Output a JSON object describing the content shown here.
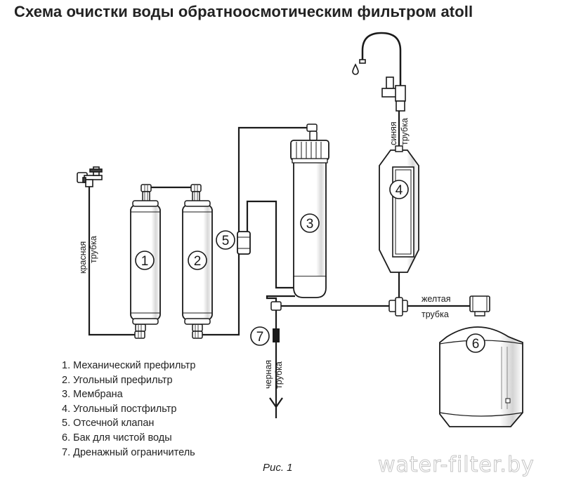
{
  "title": "Схема очистки воды обратноосмотическим фильтром atoll",
  "components": [
    {
      "num": "1",
      "name": "Механический префильтр"
    },
    {
      "num": "2",
      "name": "Угольный префильтр"
    },
    {
      "num": "3",
      "name": "Мембрана"
    },
    {
      "num": "4",
      "name": "Угольный постфильтр"
    },
    {
      "num": "5",
      "name": "Отсечной клапан"
    },
    {
      "num": "6",
      "name": "Бак для чистой воды"
    },
    {
      "num": "7",
      "name": "Дренажный ограничитель"
    }
  ],
  "legend": [
    "1. Механический префильтр",
    "2. Угольный префильтр",
    "3. Мембрана",
    "4. Угольный постфильтр",
    "5. Отсечной клапан",
    "6. Бак для чистой воды",
    "7. Дренажный ограничитель"
  ],
  "tube_labels": {
    "red": [
      "красная",
      "трубка"
    ],
    "blue": [
      "синяя",
      "трубка"
    ],
    "yellow": [
      "желтая",
      "трубка"
    ],
    "black": [
      "черная",
      "трубка"
    ]
  },
  "caption": "Рис. 1",
  "watermark": "water-filter.by"
}
